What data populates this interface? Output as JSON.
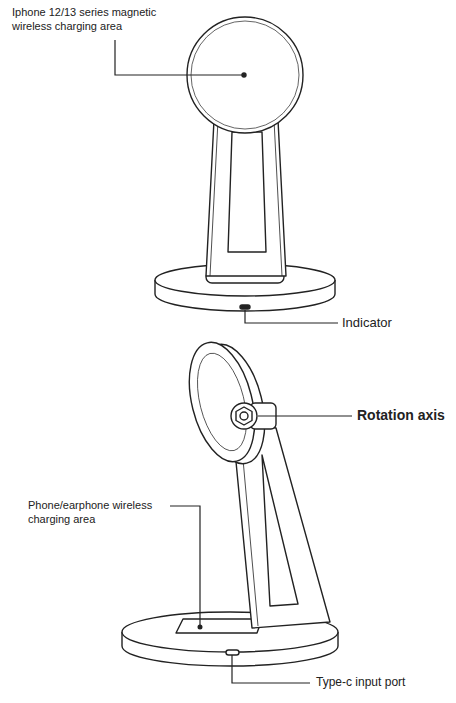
{
  "diagram": {
    "labels": [
      "Iphone 12/13 series magnetic wireless charging area",
      "Indicator",
      "Rotation axis",
      "Phone/earphone wireless charging area",
      "Type-c input port"
    ]
  }
}
